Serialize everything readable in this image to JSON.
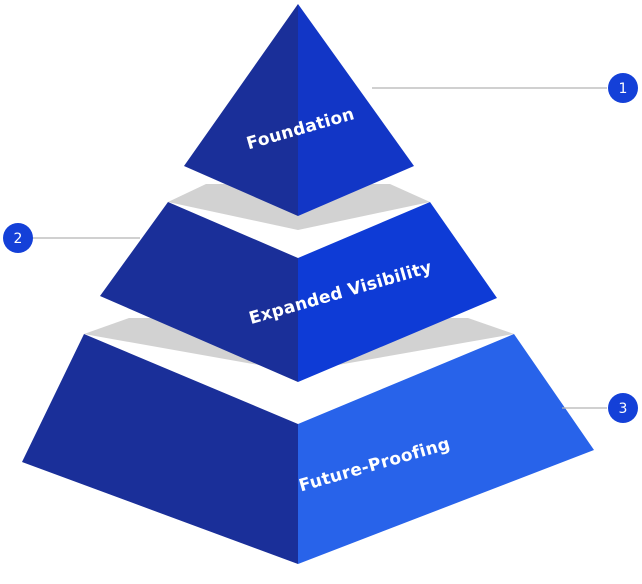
{
  "colors": {
    "tier_1_left": "#1a2f99",
    "tier_1_right": "#1236c6",
    "tier_2_left": "#1a2f99",
    "tier_2_right": "#0e3bd6",
    "tier_3_left": "#1a2f99",
    "tier_3_right": "#2863ea",
    "ledge": "#d2d2d2",
    "connector_line": "#b5b5b5",
    "badge_fill": "#1440d8",
    "label_text": "#ffffff"
  },
  "tiers": [
    {
      "label": "Foundation",
      "badge": "1"
    },
    {
      "label": "Expanded Visibility",
      "badge": "2"
    },
    {
      "label": "Future-Proofing",
      "badge": "3"
    }
  ]
}
